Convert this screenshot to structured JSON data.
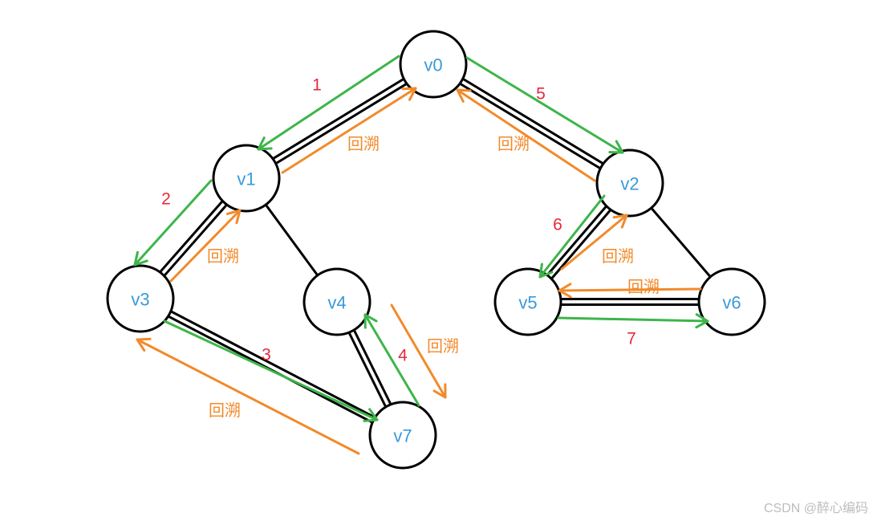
{
  "nodes": [
    {
      "label": "v0"
    },
    {
      "label": "v1"
    },
    {
      "label": "v2"
    },
    {
      "label": "v3"
    },
    {
      "label": "v4"
    },
    {
      "label": "v5"
    },
    {
      "label": "v6"
    },
    {
      "label": "v7"
    }
  ],
  "edges": [
    [
      0,
      1
    ],
    [
      0,
      2
    ],
    [
      1,
      3
    ],
    [
      1,
      4
    ],
    [
      3,
      7
    ],
    [
      4,
      7
    ],
    [
      2,
      5
    ],
    [
      2,
      6
    ],
    [
      5,
      6
    ]
  ],
  "steps": [
    {
      "label": "1",
      "from": 0,
      "to": 1
    },
    {
      "label": "2",
      "from": 1,
      "to": 3
    },
    {
      "label": "3",
      "from": 3,
      "to": 7
    },
    {
      "label": "4",
      "from": 7,
      "to": 4
    },
    {
      "label": "5",
      "from": 0,
      "to": 2
    },
    {
      "label": "6",
      "from": 2,
      "to": 5
    },
    {
      "label": "7",
      "from": 5,
      "to": 6
    }
  ],
  "backtracks": [
    {
      "label": "回溯",
      "from": 1,
      "to": 0
    },
    {
      "label": "回溯",
      "from": 3,
      "to": 1
    },
    {
      "label": "回溯",
      "from": 7,
      "to": 3
    },
    {
      "label": "回溯",
      "from": 4,
      "to": 7
    },
    {
      "label": "回溯",
      "from": 2,
      "to": 0
    },
    {
      "label": "回溯",
      "from": 5,
      "to": 2
    },
    {
      "label": "回溯",
      "from": 6,
      "to": 5
    }
  ],
  "colors": {
    "edge": "#000000",
    "node_fill": "#ffffff",
    "node_label": "#3a9ad9",
    "forward": "#3db54a",
    "backtrack": "#f28a2b",
    "step_number": "#e5293b",
    "watermark": "#bdbdbd"
  },
  "watermark": "CSDN @醉心编码"
}
